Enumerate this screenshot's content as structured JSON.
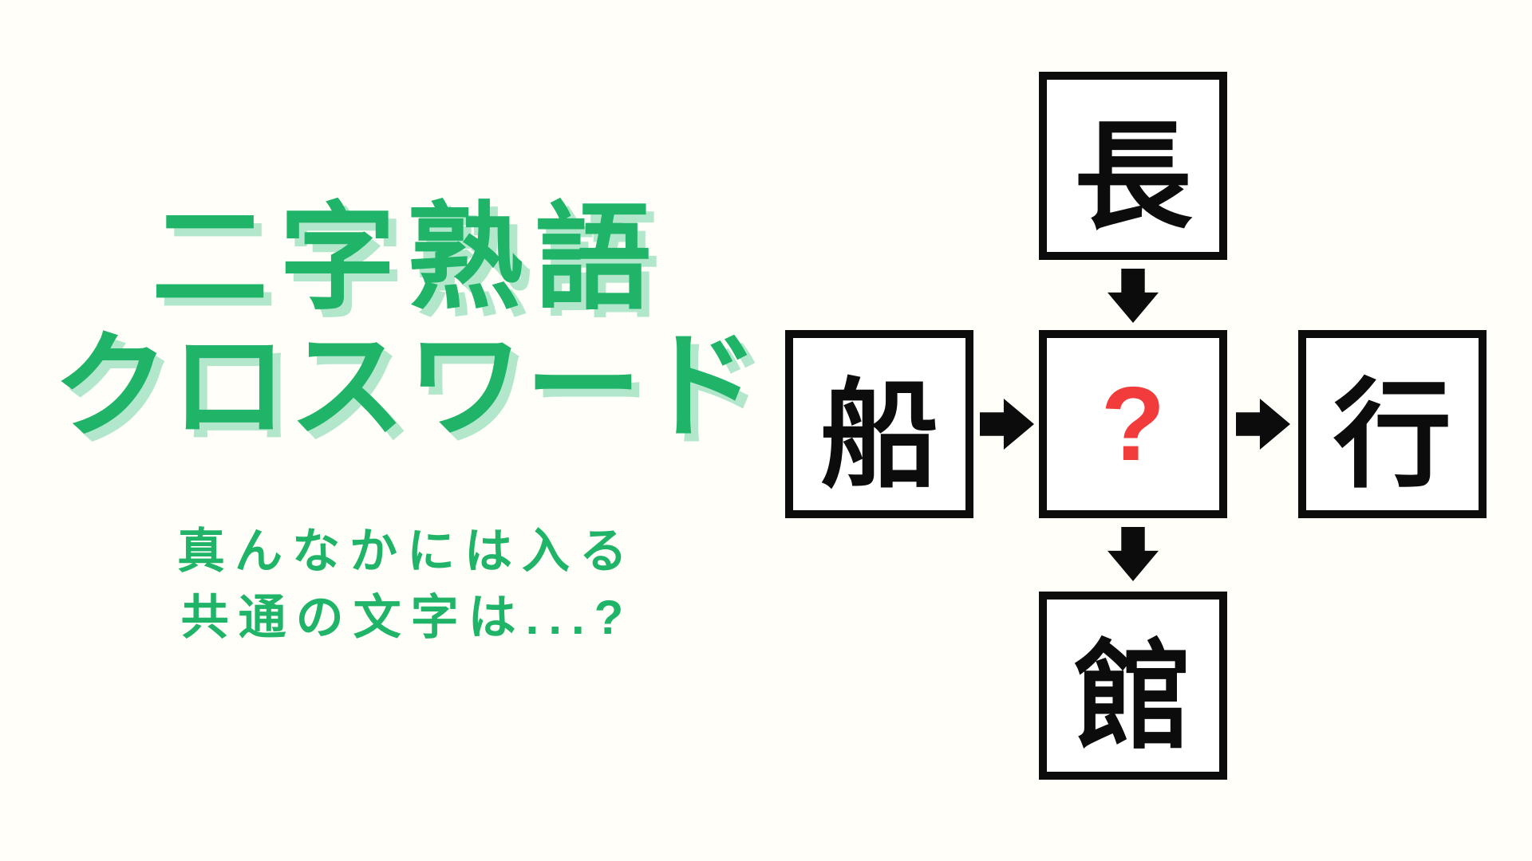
{
  "title": {
    "line1": "二字熟語",
    "line2": "クロスワード"
  },
  "subtitle": {
    "line1": "真んなかには入る",
    "line2": "共通の文字は...?"
  },
  "puzzle": {
    "top": "長",
    "left": "船",
    "center": "?",
    "right": "行",
    "bottom": "館",
    "arrows": [
      "top-to-center",
      "left-to-center",
      "center-to-right",
      "center-to-bottom"
    ]
  },
  "colors": {
    "bg": "#fffef8",
    "green": "#1fb468",
    "green_shadow": "#b2e7cc",
    "red": "#f23b3b",
    "ink": "#0c0c0c"
  }
}
